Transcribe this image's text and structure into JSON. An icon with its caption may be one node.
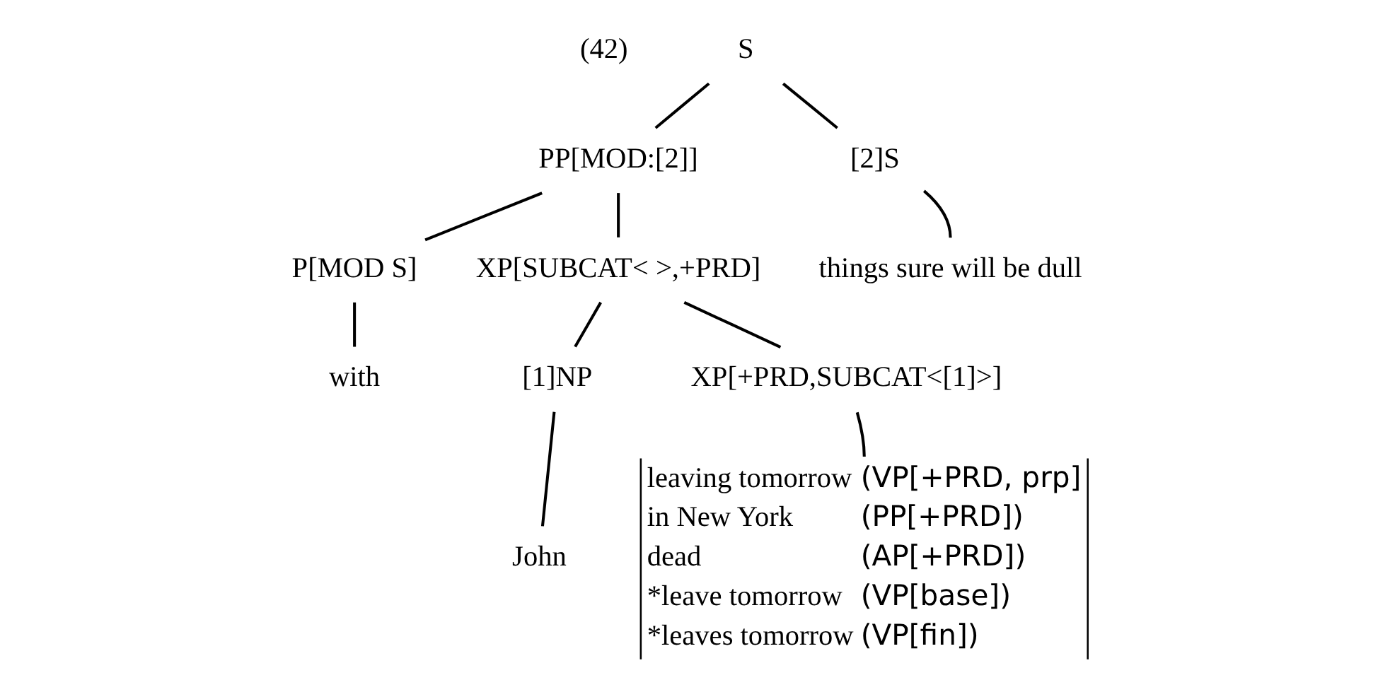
{
  "diagram": {
    "nodes": [
      {
        "text": [
          "S"
        ]
      },
      {
        "text": [
          "PP[MOD:[2]]"
        ]
      },
      {
        "text": [
          "[2]S"
        ]
      },
      {
        "text": [
          "P[MOD S]"
        ]
      },
      {
        "text": [
          "XP[SUBCAT< >,+PRD]"
        ]
      },
      {
        "text": [
          "things sure will be dull"
        ]
      },
      {
        "text": [
          "with"
        ]
      },
      {
        "text": [
          "[1]NP"
        ]
      },
      {
        "text": [
          "XP[+PRD,SUBCAT<[1]>]"
        ]
      },
      {
        "text": [
          "John"
        ]
      },
      {
        "text": [
          "leaving tomorrow",
          "(VP[+PRD, prp]",
          "in New York",
          "(PP[+PRD])",
          "dead",
          "(AP[+PRD])",
          "*leave tomorrow",
          "(VP[base])",
          "*leaves tomorrow",
          "(VP[fin])"
        ]
      }
    ],
    "edges": [
      {
        "from": 0,
        "to": 1,
        "arrow": "none"
      },
      {
        "from": 0,
        "to": 2,
        "arrow": "none"
      },
      {
        "from": 1,
        "to": 3,
        "arrow": "none"
      },
      {
        "from": 1,
        "to": 4,
        "arrow": "none"
      },
      {
        "from": 2,
        "to": 5,
        "arrow": "none"
      },
      {
        "from": 3,
        "to": 6,
        "arrow": "none"
      },
      {
        "from": 4,
        "to": 7,
        "arrow": "none"
      },
      {
        "from": 4,
        "to": 8,
        "arrow": "none"
      },
      {
        "from": 7,
        "to": 9,
        "arrow": "none"
      },
      {
        "from": 8,
        "to": 10,
        "arrow": "none"
      }
    ],
    "labels": [
      "(42)"
    ]
  }
}
